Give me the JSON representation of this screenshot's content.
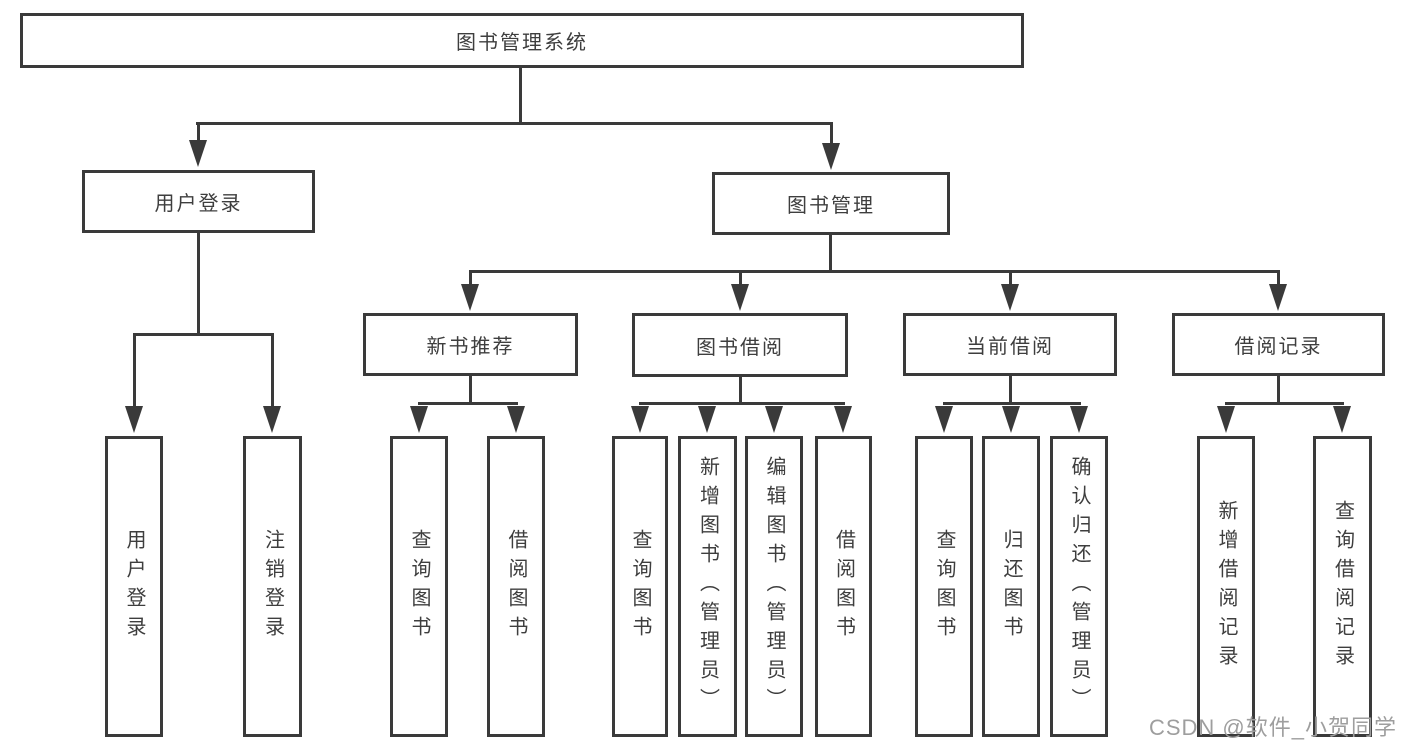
{
  "nodes": {
    "root": "图书管理系统",
    "user_login": "用户登录",
    "book_management": "图书管理",
    "new_book_recommend": "新书推荐",
    "book_borrow": "图书借阅",
    "current_borrow": "当前借阅",
    "borrow_record": "借阅记录",
    "leaf_user_login": "用户登录",
    "leaf_logout": "注销登录",
    "leaf_nb_query_book": "查询图书",
    "leaf_nb_borrow_book": "借阅图书",
    "leaf_bb_query_book": "查询图书",
    "leaf_bb_add_book": "新增图书（管理员）",
    "leaf_bb_edit_book": "编辑图书（管理员）",
    "leaf_bb_borrow_book": "借阅图书",
    "leaf_cb_query_book": "查询图书",
    "leaf_cb_return_book": "归还图书",
    "leaf_cb_confirm_return": "确认归还（管理员）",
    "leaf_br_add_record": "新增借阅记录",
    "leaf_br_query_record": "查询借阅记录"
  },
  "tree": {
    "图书管理系统": {
      "用户登录": [
        "用户登录",
        "注销登录"
      ],
      "图书管理": {
        "新书推荐": [
          "查询图书",
          "借阅图书"
        ],
        "图书借阅": [
          "查询图书",
          "新增图书（管理员）",
          "编辑图书（管理员）",
          "借阅图书"
        ],
        "当前借阅": [
          "查询图书",
          "归还图书",
          "确认归还（管理员）"
        ],
        "借阅记录": [
          "新增借阅记录",
          "查询借阅记录"
        ]
      }
    }
  },
  "watermark": "CSDN @软件_小贺同学",
  "colors": {
    "line": "#3a3a3a",
    "text": "#3e3e3e",
    "watermark": "#9e9e9e",
    "background": "#ffffff"
  }
}
